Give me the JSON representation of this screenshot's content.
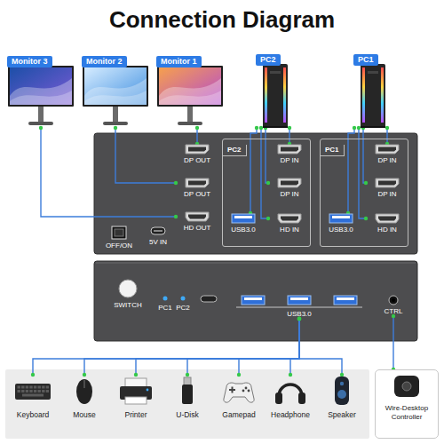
{
  "diagram": {
    "title": "Connection Diagram",
    "nodes": [
      {
        "text": [
          "Monitor 3"
        ]
      },
      {
        "text": [
          "Monitor 2"
        ]
      },
      {
        "text": [
          "Monitor 1"
        ]
      },
      {
        "text": [
          "PC2"
        ]
      },
      {
        "text": [
          "PC1"
        ]
      },
      {
        "text": [
          "DP OUT"
        ]
      },
      {
        "text": [
          "DP OUT"
        ]
      },
      {
        "text": [
          "HD OUT"
        ]
      },
      {
        "text": [
          "OFF/ON"
        ]
      },
      {
        "text": [
          "5V IN"
        ]
      },
      {
        "text": [
          "PC2"
        ]
      },
      {
        "text": [
          "DP IN"
        ],
        "in": 10
      },
      {
        "text": [
          "DP IN"
        ],
        "in": 10
      },
      {
        "text": [
          "USB3.0"
        ],
        "in": 10
      },
      {
        "text": [
          "HD IN"
        ],
        "in": 10
      },
      {
        "text": [
          "PC1"
        ]
      },
      {
        "text": [
          "DP IN"
        ],
        "in": 15
      },
      {
        "text": [
          "DP IN"
        ],
        "in": 15
      },
      {
        "text": [
          "USB3.0"
        ],
        "in": 15
      },
      {
        "text": [
          "HD IN"
        ],
        "in": 15
      },
      {
        "text": [
          "SWITCH"
        ]
      },
      {
        "text": [
          "USB3.0"
        ]
      },
      {
        "text": [
          "CTRL"
        ]
      },
      {
        "text": [
          "Keyboard"
        ]
      },
      {
        "text": [
          "Mouse"
        ]
      },
      {
        "text": [
          "Printer"
        ]
      },
      {
        "text": [
          "U-Disk"
        ]
      },
      {
        "text": [
          "Gamepad"
        ]
      },
      {
        "text": [
          "Headphone"
        ]
      },
      {
        "text": [
          "Speaker"
        ]
      },
      {
        "text": [
          "Wire-Desktop Controller"
        ]
      }
    ],
    "edges": [
      {
        "from": 2,
        "to": 5,
        "arrow": "none"
      },
      {
        "from": 1,
        "to": 6,
        "arrow": "none"
      },
      {
        "from": 0,
        "to": 7,
        "arrow": "none"
      },
      {
        "from": 3,
        "to": 11,
        "arrow": "none"
      },
      {
        "from": 3,
        "to": 12,
        "arrow": "none"
      },
      {
        "from": 3,
        "to": 13,
        "arrow": "none"
      },
      {
        "from": 3,
        "to": 14,
        "arrow": "none"
      },
      {
        "from": 4,
        "to": 16,
        "arrow": "none"
      },
      {
        "from": 4,
        "to": 17,
        "arrow": "none"
      },
      {
        "from": 4,
        "to": 18,
        "arrow": "none"
      },
      {
        "from": 4,
        "to": 19,
        "arrow": "none"
      },
      {
        "from": 21,
        "to": 23,
        "arrow": "none"
      },
      {
        "from": 21,
        "to": 24,
        "arrow": "none"
      },
      {
        "from": 21,
        "to": 25,
        "arrow": "none"
      },
      {
        "from": 21,
        "to": 26,
        "arrow": "none"
      },
      {
        "from": 21,
        "to": 27,
        "arrow": "none"
      },
      {
        "from": 21,
        "to": 28,
        "arrow": "none"
      },
      {
        "from": 21,
        "to": 29,
        "arrow": "none"
      },
      {
        "from": 22,
        "to": 30,
        "arrow": "none"
      }
    ],
    "labels": [
      "PC1",
      "PC2"
    ]
  }
}
